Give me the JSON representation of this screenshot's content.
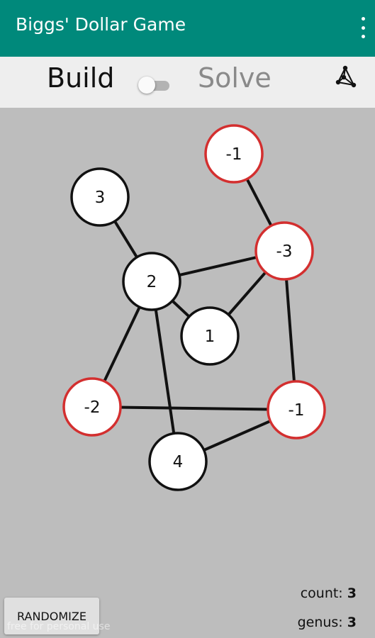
{
  "app": {
    "title": "Biggs' Dollar Game"
  },
  "modes": {
    "build_label": "Build",
    "solve_label": "Solve"
  },
  "icons": {
    "menu": "more-vert-icon",
    "graph": "graph-network-icon"
  },
  "colors": {
    "appbar": "#00897b",
    "negative_border": "#d32f2f",
    "positive_border": "#111111",
    "canvas": "#bdbdbd"
  },
  "graph": {
    "nodes": [
      {
        "id": "a",
        "value": "-1",
        "negative": true
      },
      {
        "id": "b",
        "value": "3",
        "negative": false
      },
      {
        "id": "c",
        "value": "-3",
        "negative": true
      },
      {
        "id": "d",
        "value": "2",
        "negative": false
      },
      {
        "id": "e",
        "value": "1",
        "negative": false
      },
      {
        "id": "f",
        "value": "-2",
        "negative": true
      },
      {
        "id": "g",
        "value": "-1",
        "negative": true
      },
      {
        "id": "h",
        "value": "4",
        "negative": false
      }
    ],
    "edges": [
      [
        "a",
        "c"
      ],
      [
        "b",
        "d"
      ],
      [
        "d",
        "c"
      ],
      [
        "c",
        "e"
      ],
      [
        "d",
        "e"
      ],
      [
        "c",
        "g"
      ],
      [
        "d",
        "f"
      ],
      [
        "d",
        "h"
      ],
      [
        "f",
        "g"
      ],
      [
        "h",
        "g"
      ]
    ]
  },
  "stats": {
    "count_label": "count:",
    "count_value": "3",
    "genus_label": "genus:",
    "genus_value": "3"
  },
  "randomize_label": "RANDOMIZE",
  "watermark": "free for personal use"
}
